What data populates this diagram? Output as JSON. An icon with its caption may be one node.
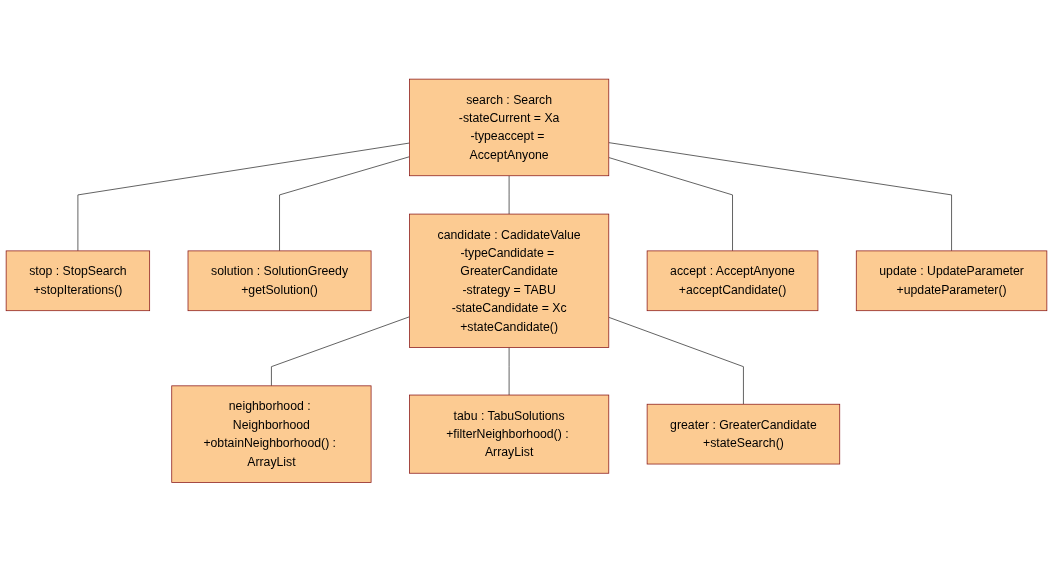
{
  "diagram": {
    "nodes": [
      {
        "text": [
          "search : Search",
          "-stateCurrent = Xa",
          "-typeaccept = AcceptAnyone"
        ]
      },
      {
        "text": [
          "stop : StopSearch",
          "+stopIterations()"
        ]
      },
      {
        "text": [
          "solution : SolutionGreedy",
          "+getSolution()"
        ]
      },
      {
        "text": [
          "candidate : CadidateValue",
          "-typeCandidate = GreaterCandidate",
          "-strategy = TABU",
          "-stateCandidate = Xc",
          "+stateCandidate()"
        ]
      },
      {
        "text": [
          "accept : AcceptAnyone",
          "+acceptCandidate()"
        ]
      },
      {
        "text": [
          "neighborhood : Neighborhood",
          "+obtainNeighborhood() : ArrayList"
        ]
      },
      {
        "text": [
          "tabu : TabuSolutions",
          "+filterNeighborhood() : ArrayList"
        ]
      },
      {
        "text": [
          "greater : GreaterCandidate",
          "+stateSearch()"
        ]
      },
      {
        "text": [
          "update : UpdateParameter",
          "+updateParameter()"
        ]
      }
    ],
    "edges": [
      {
        "from": 0,
        "to": 1,
        "arrow": "none"
      },
      {
        "from": 0,
        "to": 2,
        "arrow": "none"
      },
      {
        "from": 0,
        "to": 3,
        "arrow": "none"
      },
      {
        "from": 0,
        "to": 4,
        "arrow": "none"
      },
      {
        "from": 0,
        "to": 8,
        "arrow": "none"
      },
      {
        "from": 3,
        "to": 5,
        "arrow": "none"
      },
      {
        "from": 3,
        "to": 6,
        "arrow": "none"
      },
      {
        "from": 3,
        "to": 7,
        "arrow": "none"
      }
    ]
  }
}
